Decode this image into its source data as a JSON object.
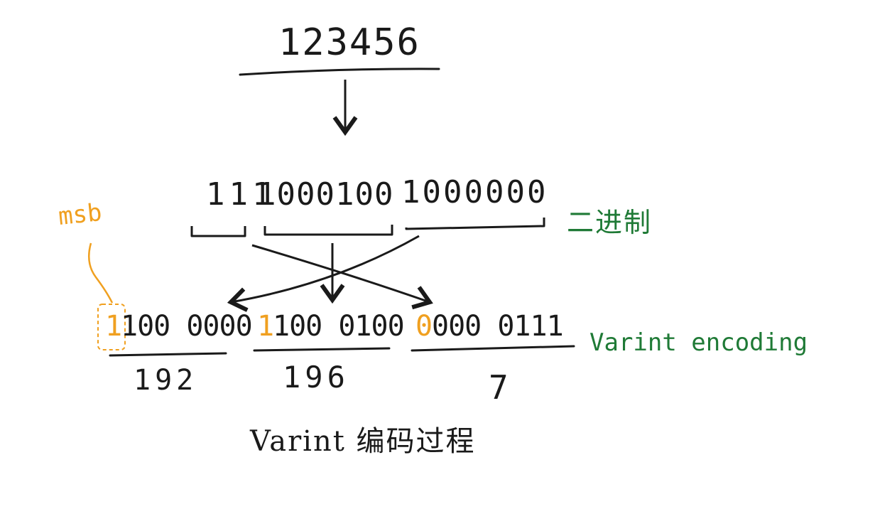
{
  "input_number": "123456",
  "binary": {
    "group1": "111",
    "group2": "1000100",
    "group3": "1000000",
    "label": "二进制"
  },
  "msb_label": "msb",
  "bytes": [
    {
      "msb": "1",
      "rest": "100 0000",
      "decimal": "192"
    },
    {
      "msb": "1",
      "rest": "100 0100",
      "decimal": "196"
    },
    {
      "msb": "0",
      "rest": "000 0111",
      "decimal": "7"
    }
  ],
  "encoding_label": "Varint encoding",
  "caption": "Varint 编码过程",
  "colors": {
    "msb": "#f0a020",
    "label": "#1f7a36",
    "ink": "#1a1a1a"
  }
}
